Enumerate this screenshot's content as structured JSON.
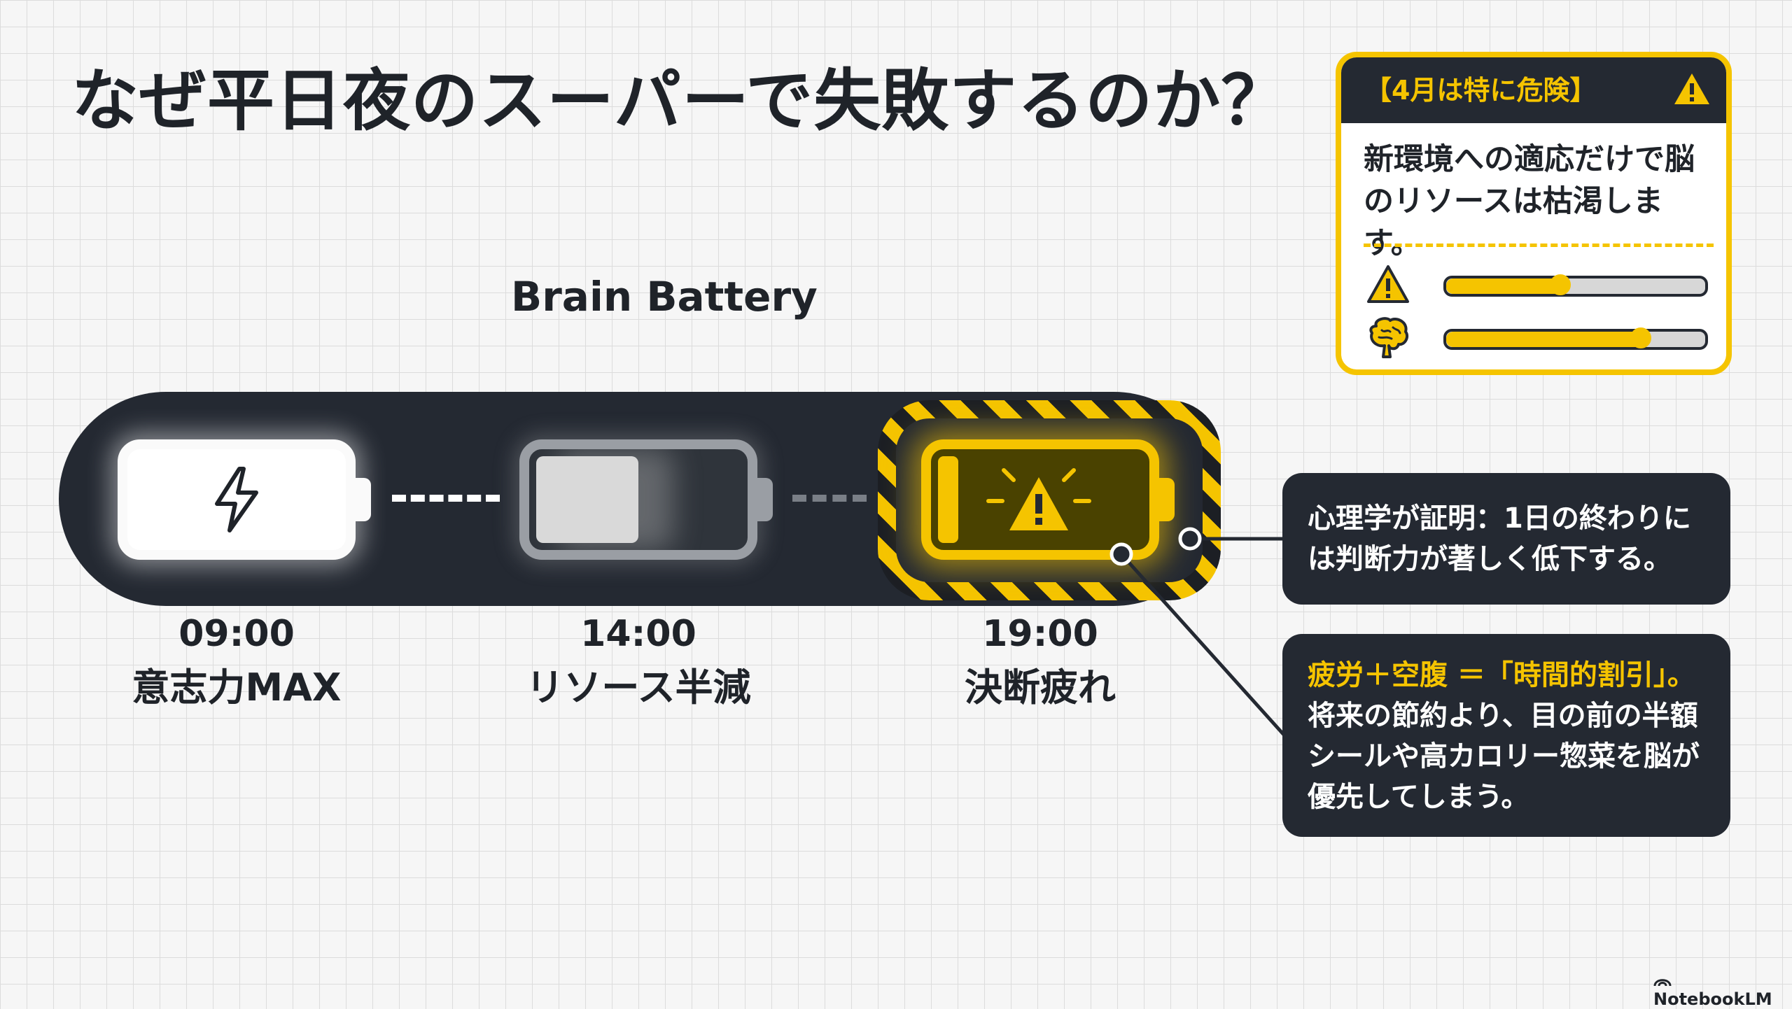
{
  "title": "なぜ平日夜のスーパーで失敗するのか？",
  "subtitle": "Brain Battery",
  "stages": [
    {
      "time": "09:00",
      "label": "意志力MAX",
      "icon": "lightning-icon",
      "charge": 1.0
    },
    {
      "time": "14:00",
      "label": "リソース半減",
      "icon": "battery-half-icon",
      "charge": 0.5
    },
    {
      "time": "19:00",
      "label": "決断疲れ",
      "icon": "warning-icon",
      "charge": 0.1
    }
  ],
  "callouts": [
    {
      "text": "心理学が証明：1日の終わりには判断力が著しく低下する。"
    },
    {
      "highlight": "疲労＋空腹 ＝「時間的割引」。",
      "text": "将来の節約より、目の前の半額シールや高カロリー惣菜を脳が優先してしまう。"
    }
  ],
  "warning_box": {
    "header": "【4月は特に危険】",
    "body": "新環境への適応だけで脳のリソースは枯渇します。",
    "bars": [
      {
        "icon": "warning-icon",
        "level": 0.43
      },
      {
        "icon": "brain-icon",
        "level": 0.74
      }
    ]
  },
  "colors": {
    "accent": "#f5c400",
    "dark": "#242932",
    "background": "#f6f6f6"
  },
  "brand": "NotebookLM"
}
